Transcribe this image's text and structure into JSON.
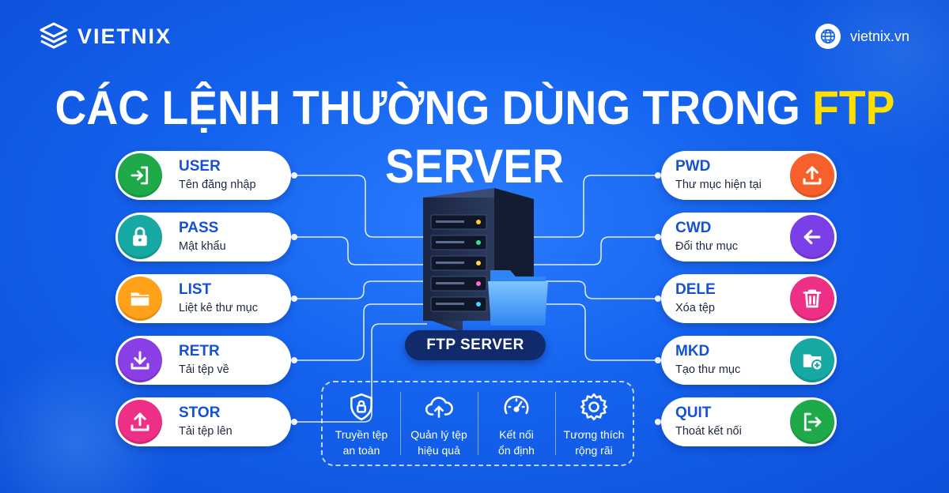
{
  "brand": {
    "name": "VIETNIX",
    "site": "vietnix.vn"
  },
  "title": {
    "prefix": "CÁC LỆNH THƯỜNG DÙNG TRONG",
    "highlight": "FTP",
    "suffix": "SERVER"
  },
  "server_label": "FTP SERVER",
  "commands_left": [
    {
      "cmd": "USER",
      "desc": "Tên đăng nhập",
      "icon": "login-icon",
      "color": "#1faa4a"
    },
    {
      "cmd": "PASS",
      "desc": "Mật khẩu",
      "icon": "lock-icon",
      "color": "#16a8a3"
    },
    {
      "cmd": "LIST",
      "desc": "Liệt kê thư mục",
      "icon": "folder-icon",
      "color": "#ffa21a"
    },
    {
      "cmd": "RETR",
      "desc": "Tải tệp về",
      "icon": "download-icon",
      "color": "#8a3fe6"
    },
    {
      "cmd": "STOR",
      "desc": "Tải tệp lên",
      "icon": "upload-icon",
      "color": "#ee2f86"
    }
  ],
  "commands_right": [
    {
      "cmd": "PWD",
      "desc": "Thư mục hiện tại",
      "icon": "upload-icon",
      "color": "#f7602a"
    },
    {
      "cmd": "CWD",
      "desc": "Đổi thư mục",
      "icon": "arrow-left-icon",
      "color": "#7b3fe8"
    },
    {
      "cmd": "DELE",
      "desc": "Xóa tệp",
      "icon": "trash-icon",
      "color": "#ee2f86"
    },
    {
      "cmd": "MKD",
      "desc": "Tạo thư mục",
      "icon": "folder-plus-icon",
      "color": "#16a8a3"
    },
    {
      "cmd": "QUIT",
      "desc": "Thoát kết nối",
      "icon": "logout-icon",
      "color": "#1faa4a"
    }
  ],
  "features": [
    {
      "line1": "Truyền tệp",
      "line2": "an toàn",
      "icon": "shield-lock-icon"
    },
    {
      "line1": "Quản lý tệp",
      "line2": "hiệu quả",
      "icon": "cloud-upload-icon"
    },
    {
      "line1": "Kết nối",
      "line2": "ổn định",
      "icon": "speedometer-icon"
    },
    {
      "line1": "Tương thích",
      "line2": "rộng rãi",
      "icon": "gear-icon"
    }
  ]
}
